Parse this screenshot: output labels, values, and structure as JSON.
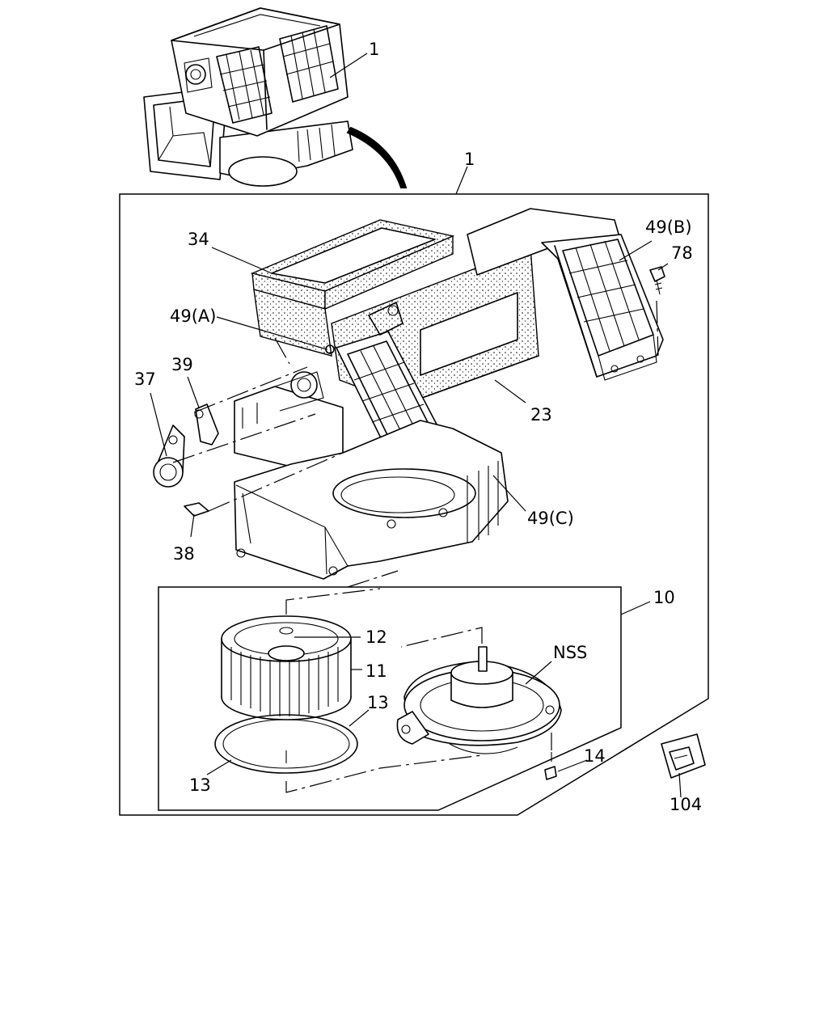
{
  "labels": {
    "top_assembly": "1",
    "main_assembly": "1",
    "seal": "34",
    "case_a": "49(A)",
    "case_b": "49(B)",
    "case_c": "49(C)",
    "screw_78": "78",
    "lever_39": "39",
    "link_37": "37",
    "duct_23": "23",
    "clip_38": "38",
    "motor_assy": "10",
    "nut_12": "12",
    "fan_11": "11",
    "gasket_13_right": "13",
    "gasket_13_left": "13",
    "motor_nss": "NSS",
    "screw_14": "14",
    "resistor_104": "104"
  }
}
